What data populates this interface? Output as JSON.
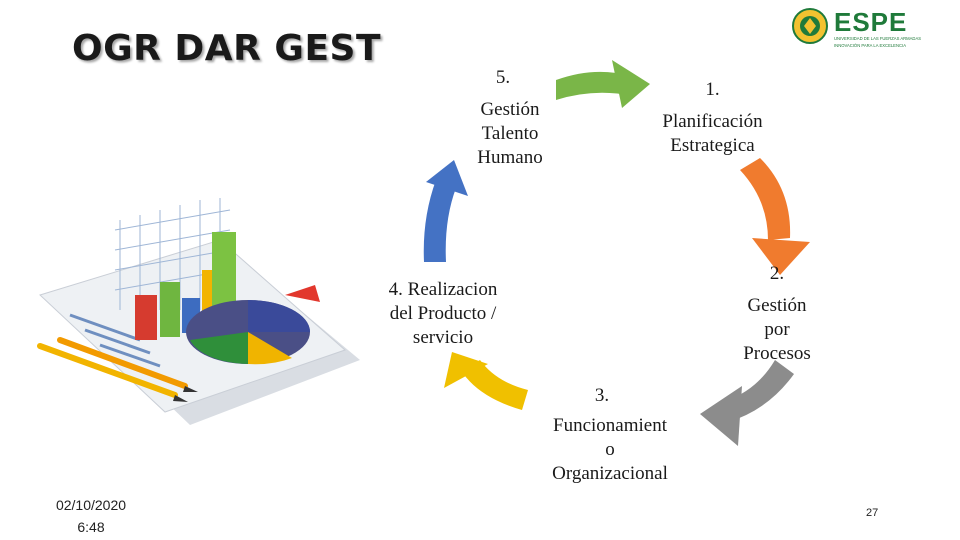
{
  "slide": {
    "title": "OGR DAR GEST",
    "date": "02/10/2020",
    "time": "6:48",
    "page_number": "27"
  },
  "logo": {
    "name": "ESPE",
    "line1": "UNIVERSIDAD DE LAS FUERZAS ARMADAS",
    "line2": "INNOVACIÓN PARA LA EXCELENCIA",
    "color": "#1f7a3a"
  },
  "cycle": {
    "nodes": [
      {
        "number": "1.",
        "lines": [
          "Planificación",
          "Estrategica"
        ]
      },
      {
        "number": "2.",
        "lines": [
          "Gestión",
          "por",
          "Procesos"
        ]
      },
      {
        "number": "3.",
        "lines": [
          "Funcionamient",
          "o",
          "Organizacional"
        ]
      },
      {
        "number": "",
        "lines": [
          "4. Realizacion",
          "del Producto /",
          "servicio"
        ]
      },
      {
        "number": "5.",
        "lines": [
          "Gestión",
          "Talento",
          "Humano"
        ]
      }
    ],
    "arrow_colors": {
      "green": "#7ab648",
      "orange": "#f07b2e",
      "gray": "#8c8c8c",
      "yellow": "#f0c000",
      "blue": "#4472c4"
    }
  }
}
